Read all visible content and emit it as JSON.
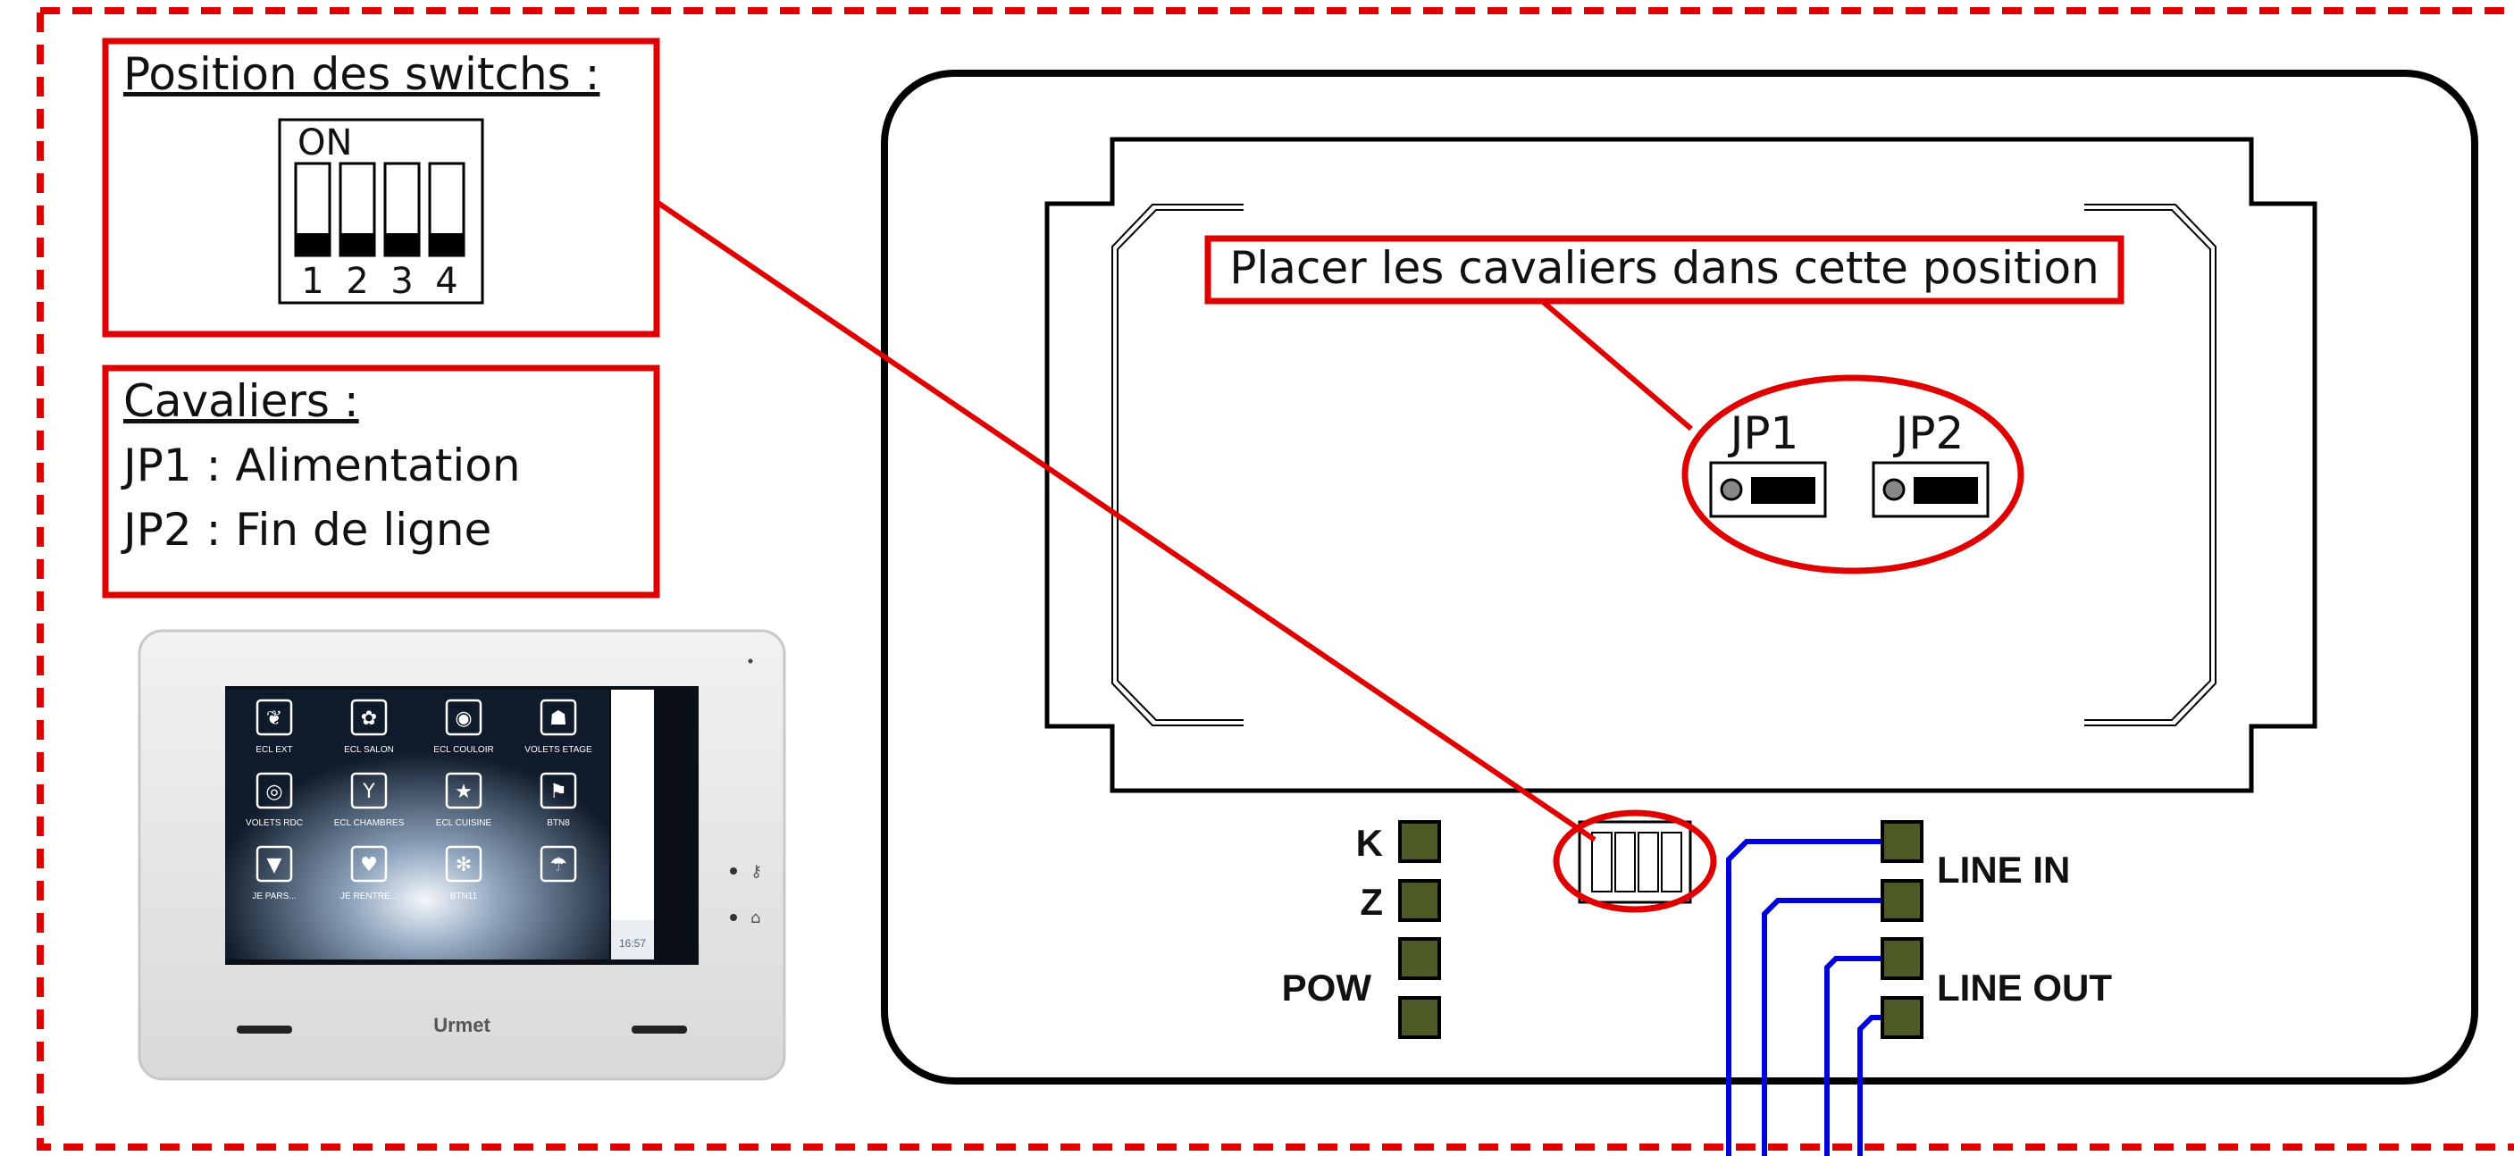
{
  "switch_box": {
    "title": "Position des switchs :",
    "on_label": "ON",
    "switch_numbers": [
      "1",
      "2",
      "3",
      "4"
    ]
  },
  "jumper_box": {
    "title": "Cavaliers :",
    "lines": [
      "JP1 : Alimentation",
      "JP2 : Fin de ligne"
    ]
  },
  "callout": {
    "text": "Placer les cavaliers dans cette position"
  },
  "jumpers": [
    "JP1",
    "JP2"
  ],
  "terminals": {
    "left_labels": [
      "K",
      "Z",
      "POW"
    ],
    "right_labels": [
      "LINE IN",
      "LINE OUT"
    ]
  },
  "monitor": {
    "brand": "Urmet",
    "clock": "16:57",
    "tiles": [
      {
        "label": "ECL EXT",
        "icon": "leaf-icon",
        "glyph": "❦"
      },
      {
        "label": "ECL SALON",
        "icon": "flower-icon",
        "glyph": "✿"
      },
      {
        "label": "ECL COULOIR",
        "icon": "target-icon",
        "glyph": "◉"
      },
      {
        "label": "VOLETS ETAGE",
        "icon": "paw-icon",
        "glyph": "☗"
      },
      {
        "label": "VOLETS RDC",
        "icon": "spiral-icon",
        "glyph": "◎"
      },
      {
        "label": "ECL CHAMBRES",
        "icon": "cocktail-icon",
        "glyph": "Y"
      },
      {
        "label": "ECL CUISINE",
        "icon": "star-icon",
        "glyph": "★"
      },
      {
        "label": "BTN8",
        "icon": "flag-icon",
        "glyph": "⚑"
      },
      {
        "label": "JE PARS...",
        "icon": "shirt-icon",
        "glyph": "▼"
      },
      {
        "label": "JE RENTRE...",
        "icon": "heart-icon",
        "glyph": "♥"
      },
      {
        "label": "BTN11",
        "icon": "snowflake-icon",
        "glyph": "✻"
      },
      {
        "label": "",
        "icon": "umbrella-icon",
        "glyph": "☂"
      }
    ]
  },
  "colors": {
    "callout_red": "#e10000",
    "terminal_green": "#4e5a26",
    "wire_blue": "#0000dd",
    "outline": "#000000"
  }
}
